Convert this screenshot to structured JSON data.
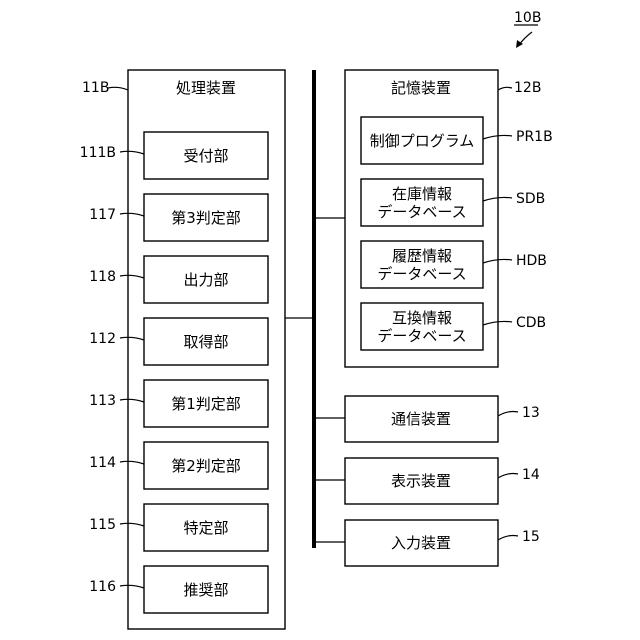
{
  "figure": {
    "ref": "10B"
  },
  "processor": {
    "title": "処理装置",
    "ref": "11B",
    "units": [
      {
        "label": "受付部",
        "ref": "111B"
      },
      {
        "label": "第3判定部",
        "ref": "117"
      },
      {
        "label": "出力部",
        "ref": "118"
      },
      {
        "label": "取得部",
        "ref": "112"
      },
      {
        "label": "第1判定部",
        "ref": "113"
      },
      {
        "label": "第2判定部",
        "ref": "114"
      },
      {
        "label": "特定部",
        "ref": "115"
      },
      {
        "label": "推奨部",
        "ref": "116"
      }
    ]
  },
  "storage": {
    "title": "記憶装置",
    "ref": "12B",
    "items": [
      {
        "lines": [
          "制御プログラム"
        ],
        "ref": "PR1B"
      },
      {
        "lines": [
          "在庫情報",
          "データベース"
        ],
        "ref": "SDB"
      },
      {
        "lines": [
          "履歴情報",
          "データベース"
        ],
        "ref": "HDB"
      },
      {
        "lines": [
          "互換情報",
          "データベース"
        ],
        "ref": "CDB"
      }
    ]
  },
  "devices": [
    {
      "label": "通信装置",
      "ref": "13"
    },
    {
      "label": "表示装置",
      "ref": "14"
    },
    {
      "label": "入力装置",
      "ref": "15"
    }
  ]
}
